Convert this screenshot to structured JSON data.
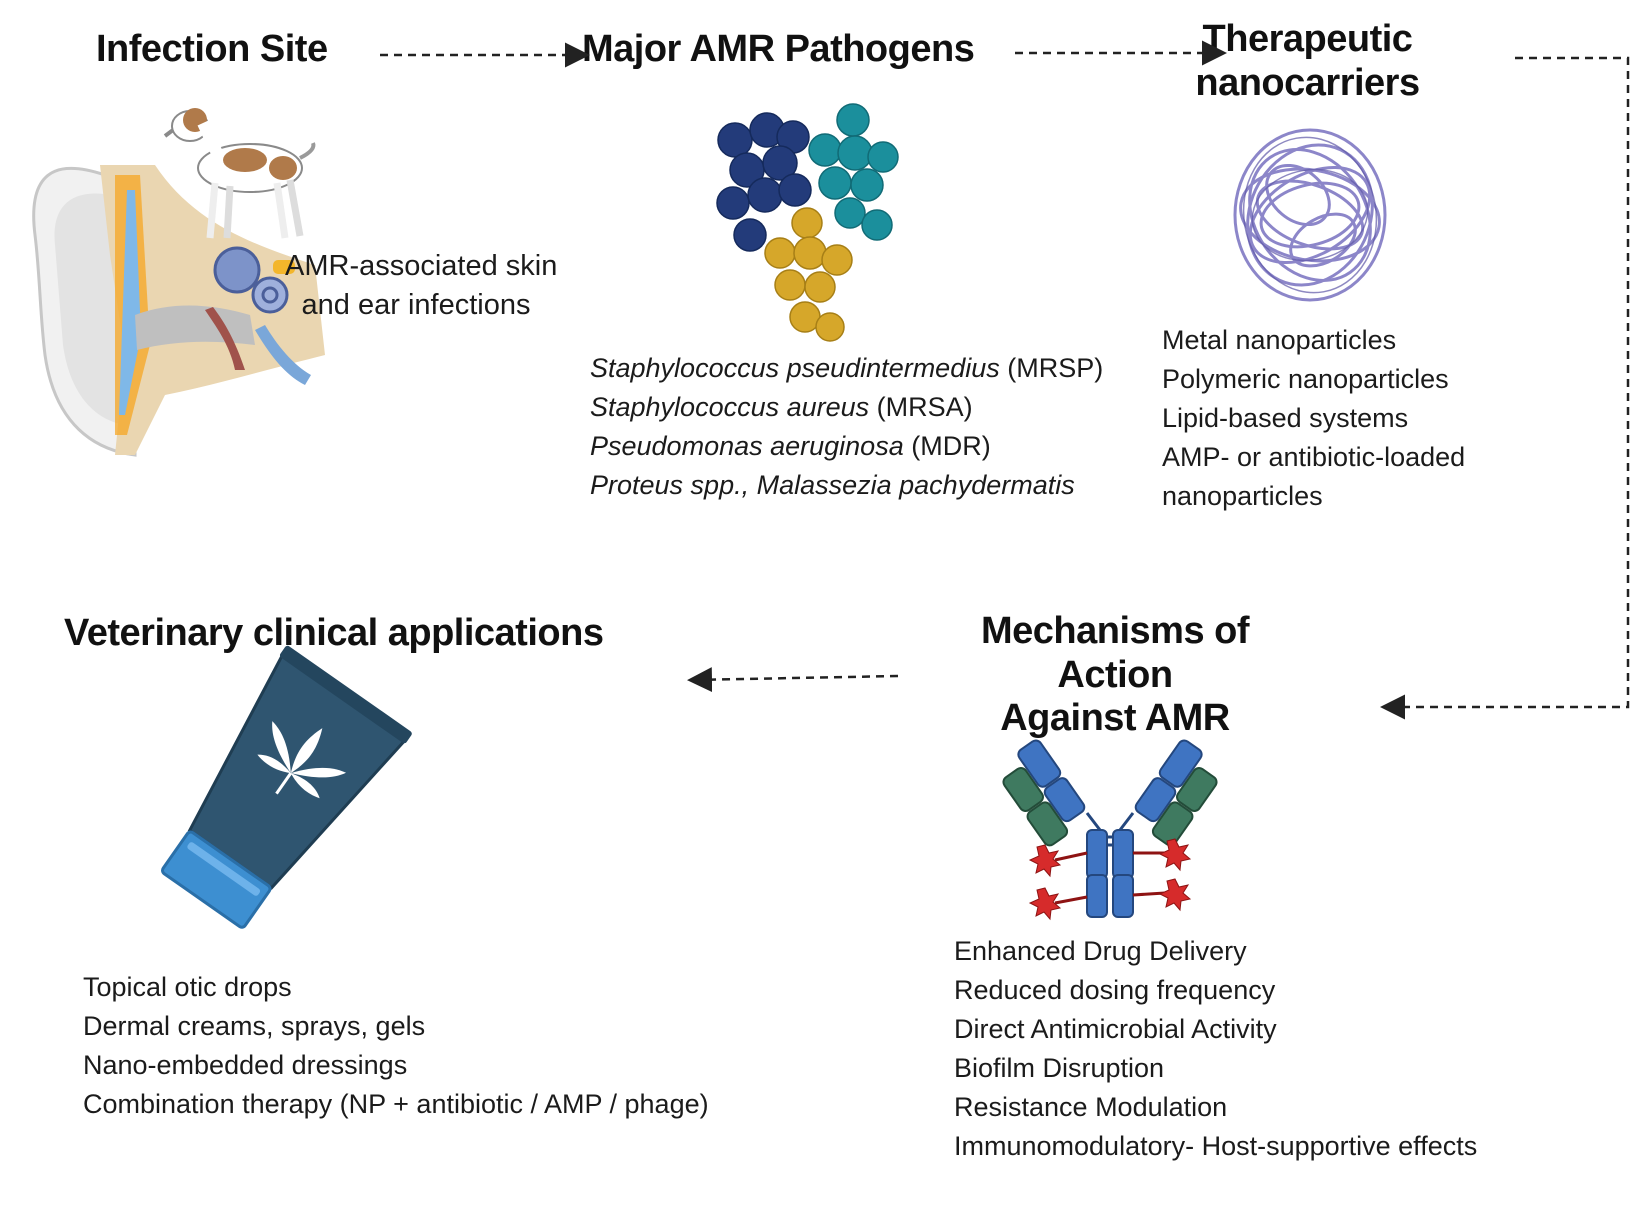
{
  "infection_site": {
    "title": "Infection Site",
    "caption_lines": [
      "AMR-associated skin",
      "and ear infections"
    ]
  },
  "pathogens": {
    "title": "Major AMR Pathogens",
    "items": [
      {
        "species": "Staphylococcus pseudintermedius",
        "note": " (MRSP)"
      },
      {
        "species": "Staphylococcus aureus",
        "note": " (MRSA)"
      },
      {
        "species": "Pseudomonas aeruginosa",
        "note": " (MDR)"
      },
      {
        "species": "Proteus spp., Malassezia pachydermatis",
        "note": ""
      }
    ],
    "colors": {
      "cluster_navy": "#233b7a",
      "cluster_teal": "#1b8f9c",
      "cluster_gold": "#d6a72a"
    }
  },
  "nanocarriers": {
    "title_lines": [
      "Therapeutic",
      "nanocarriers"
    ],
    "items": [
      "Metal nanoparticles",
      "Polymeric nanoparticles",
      "Lipid-based systems",
      "AMP- or antibiotic-loaded",
      "nanoparticles"
    ],
    "color": "#8c86c9"
  },
  "mechanisms": {
    "title_lines": [
      "Mechanisms of Action",
      "Against AMR"
    ],
    "items": [
      "Enhanced Drug Delivery",
      "Reduced dosing frequency",
      "Direct Antimicrobial Activity",
      "Biofilm Disruption",
      "Resistance Modulation",
      "Immunomodulatory- Host-supportive effects"
    ]
  },
  "applications": {
    "title": "Veterinary clinical applications",
    "items": [
      "Topical otic drops",
      "Dermal creams, sprays, gels",
      "Nano-embedded dressings",
      "Combination therapy (NP + antibiotic / AMP / phage)"
    ],
    "colors": {
      "tube": "#2f5570",
      "cap": "#3d8fd1"
    }
  },
  "icons": [
    "ear-anatomy-icon",
    "dog-icon",
    "bacteria-cluster-icon",
    "nanocarrier-icon",
    "antibody-icon",
    "cream-tube-icon"
  ]
}
